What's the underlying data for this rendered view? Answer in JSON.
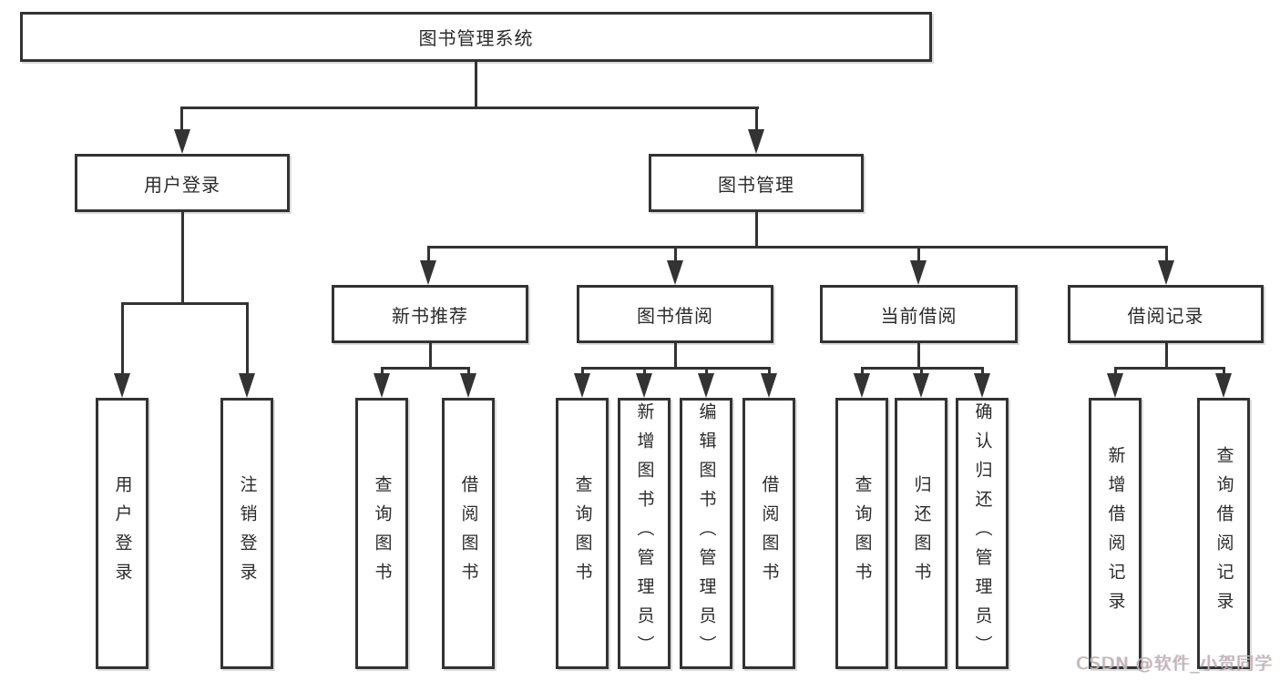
{
  "diagram": {
    "root": {
      "label": "图书管理系统"
    },
    "branches": [
      {
        "label": "用户登录",
        "children": [
          "用户登录",
          "注销登录"
        ]
      },
      {
        "label": "图书管理",
        "groups": [
          {
            "label": "新书推荐",
            "children": [
              "查询图书",
              "借阅图书"
            ]
          },
          {
            "label": "图书借阅",
            "children": [
              "查询图书",
              "新增图书（管理员）",
              "编辑图书（管理员）",
              "借阅图书"
            ]
          },
          {
            "label": "当前借阅",
            "children": [
              "查询图书",
              "归还图书",
              "确认归还（管理员）"
            ]
          },
          {
            "label": "借阅记录",
            "children": [
              "新增借阅记录",
              "查询借阅记录"
            ]
          }
        ]
      }
    ]
  },
  "watermark": "CSDN @软件_小贺同学",
  "colors": {
    "line": "#333333",
    "text": "#2b2b2b",
    "background": "#ffffff",
    "watermark": "#b9b9b9"
  }
}
